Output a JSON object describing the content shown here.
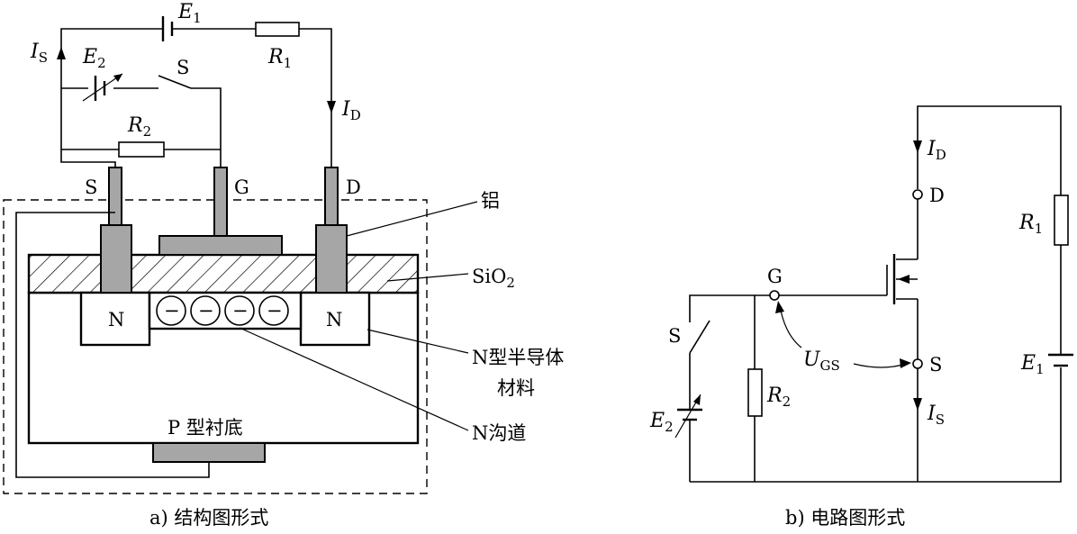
{
  "structure": {
    "source_E1": "E",
    "source_E1_sub": "1",
    "resistor_R1": "R",
    "resistor_R1_sub": "1",
    "resistor_R2": "R",
    "resistor_R2_sub": "2",
    "source_E2": "E",
    "source_E2_sub": "2",
    "switch": "S",
    "current_IS": "I",
    "current_IS_sub": "S",
    "current_ID": "I",
    "current_ID_sub": "D",
    "terminal_S": "S",
    "terminal_G": "G",
    "terminal_D": "D",
    "label_aluminum": "铝",
    "label_sio2": "SiO",
    "label_sio2_sub": "2",
    "region_N_left": "N",
    "region_N_right": "N",
    "label_n_material_1": "N型半导体",
    "label_n_material_2": "材料",
    "label_substrate": "P 型衬底",
    "label_channel": "N沟道",
    "electron_symbol": "−",
    "caption": "a) 结构图形式"
  },
  "circuit": {
    "current_ID": "I",
    "current_ID_sub": "D",
    "terminal_D": "D",
    "terminal_G": "G",
    "terminal_S": "S",
    "resistor_R1": "R",
    "resistor_R1_sub": "1",
    "resistor_R2": "R",
    "resistor_R2_sub": "2",
    "source_E1": "E",
    "source_E1_sub": "1",
    "source_E2": "E",
    "source_E2_sub": "2",
    "switch": "S",
    "voltage_UGS": "U",
    "voltage_UGS_sub": "GS",
    "current_IS": "I",
    "current_IS_sub": "S",
    "caption": "b) 电路图形式"
  }
}
